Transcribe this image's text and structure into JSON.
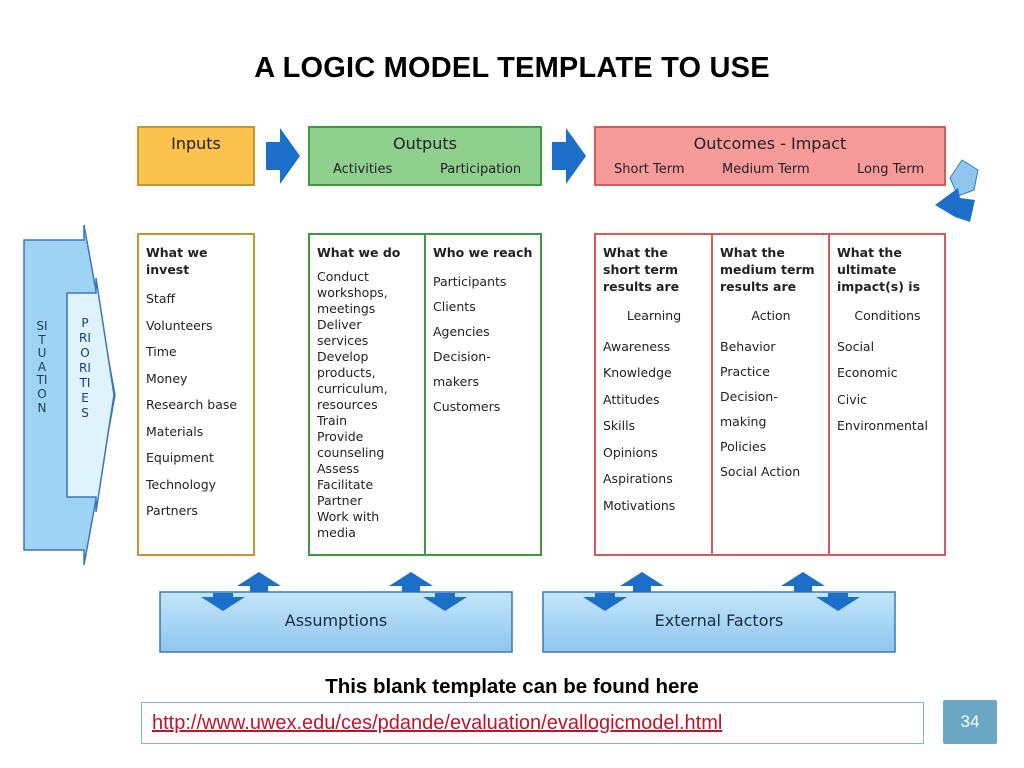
{
  "title": "A LOGIC MODEL TEMPLATE TO USE",
  "inputs": {
    "label": "Inputs"
  },
  "outputs": {
    "label": "Outputs",
    "activities": "Activities",
    "participation": "Participation"
  },
  "outcomes": {
    "label": "Outcomes - Impact",
    "short": "Short Term",
    "medium": "Medium Term",
    "long": "Long Term"
  },
  "situation": {
    "label": "SITUATION",
    "priorities": "PRIORITIES"
  },
  "col_inputs": {
    "heading": "What we\ninvest",
    "items": [
      "Staff",
      "Volunteers",
      "Time",
      "Money",
      "Research base",
      "Materials",
      "Equipment",
      "Technology",
      "Partners"
    ]
  },
  "col_activities": {
    "heading": "What we do",
    "items": [
      "Conduct\n   workshops,\n   meetings",
      "Deliver\n   services",
      "Develop\n   products,\n   curriculum,\n   resources",
      "Train",
      "Provide\n   counseling",
      "Assess",
      "Facilitate",
      "Partner",
      "Work with\n   media"
    ]
  },
  "col_participation": {
    "heading": "Who we reach",
    "items": [
      "Participants",
      "Clients",
      "Agencies",
      "Decision-\n   makers",
      "Customers"
    ]
  },
  "col_short": {
    "heading": "What the\nshort term\nresults are",
    "center": "Learning",
    "items": [
      "Awareness",
      "Knowledge",
      "Attitudes",
      "Skills",
      "Opinions",
      "Aspirations",
      "Motivations"
    ]
  },
  "col_medium": {
    "heading": "What the\nmedium term\nresults are",
    "center": "Action",
    "items": [
      "Behavior",
      "Practice",
      "Decision-\n   making",
      "Policies",
      "Social Action"
    ]
  },
  "col_long": {
    "heading": "What the\nultimate\nimpact(s) is",
    "center": "Conditions",
    "items": [
      "Social",
      "Economic",
      "Civic",
      "Environmental"
    ]
  },
  "assumptions": {
    "label": "Assumptions"
  },
  "external": {
    "label": "External Factors"
  },
  "footer": {
    "text": "This blank template can be found here",
    "url": "http://www.uwex.edu/ces/pdande/evaluation/evallogicmodel.html"
  },
  "slide_number": "34",
  "colors": {
    "inputs": "#fbc24e",
    "outputs": "#8fd08f",
    "outcomes": "#f79a9a",
    "blue": "#9fd3f5",
    "arrow": "#1c6fc8"
  }
}
